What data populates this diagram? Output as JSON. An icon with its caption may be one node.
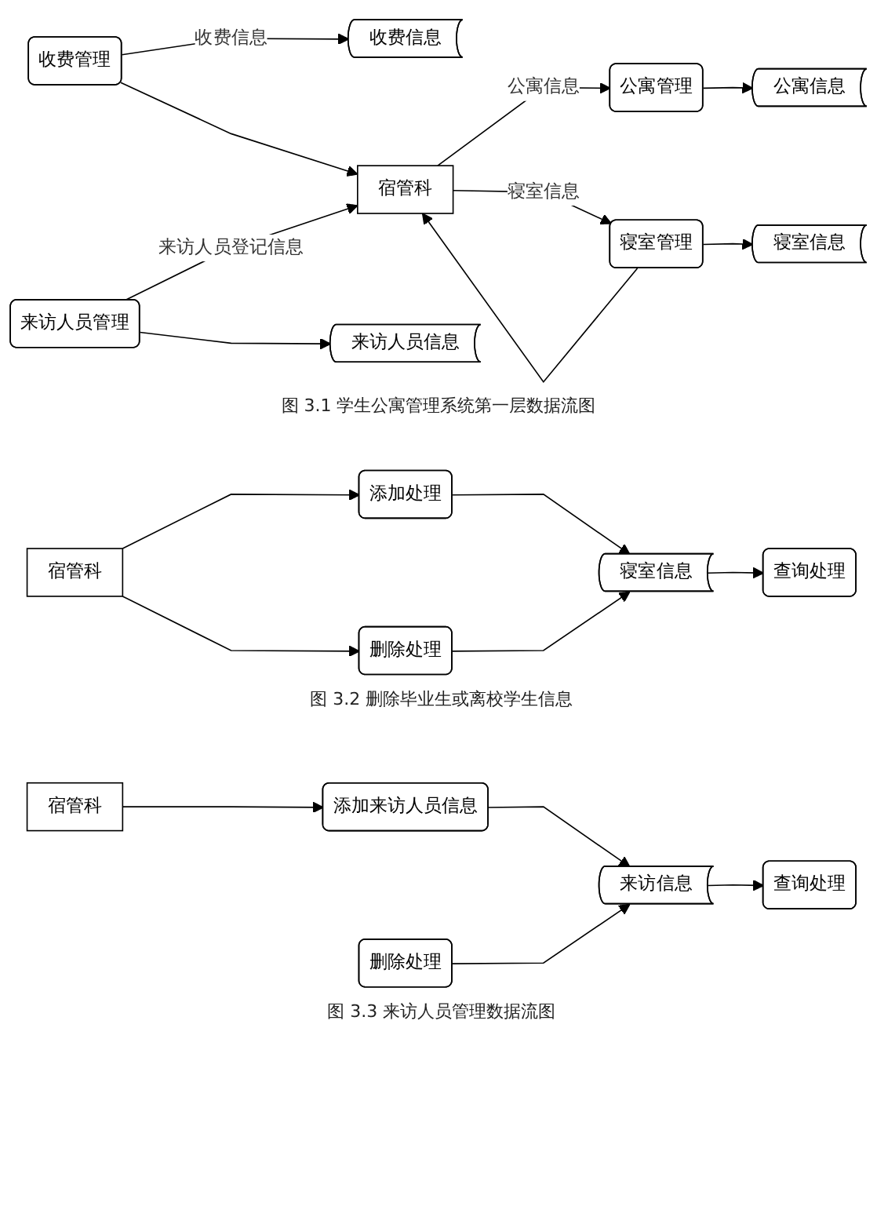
{
  "diagram": {
    "nodes": [
      {
        "text": [
          "收费管理"
        ]
      },
      {
        "text": [
          "收费信息"
        ]
      },
      {
        "text": [
          "宿管科"
        ]
      },
      {
        "text": [
          "公寓管理"
        ]
      },
      {
        "text": [
          "公寓信息"
        ]
      },
      {
        "text": [
          "来访人员管理"
        ]
      },
      {
        "text": [
          "来访人员信息"
        ]
      },
      {
        "text": [
          "寝室管理"
        ]
      },
      {
        "text": [
          "寝室信息"
        ]
      },
      {
        "text": [
          "宿管科"
        ]
      },
      {
        "text": [
          "添加处理"
        ]
      },
      {
        "text": [
          "寝室信息"
        ]
      },
      {
        "text": [
          "删除处理"
        ]
      },
      {
        "text": [
          "查询处理"
        ]
      },
      {
        "text": [
          "来访信息"
        ]
      },
      {
        "text": [
          "宿管科"
        ]
      },
      {
        "text": [
          "添加来访人员信息"
        ]
      },
      {
        "text": [
          "删除处理"
        ]
      },
      {
        "text": [
          "查询处理"
        ]
      }
    ],
    "edges": [
      {
        "from": 0,
        "to": 1,
        "arrow": "to",
        "label": "收费信息"
      },
      {
        "from": 0,
        "to": 2,
        "arrow": "to"
      },
      {
        "from": 2,
        "to": 3,
        "arrow": "to",
        "label": "公寓信息"
      },
      {
        "from": 3,
        "to": 4,
        "arrow": "to"
      },
      {
        "from": 5,
        "to": 2,
        "arrow": "to",
        "label": "来访人员登记信息"
      },
      {
        "from": 2,
        "to": 7,
        "arrow": "to",
        "label": "寝室信息"
      },
      {
        "from": 7,
        "to": 2,
        "arrow": "to"
      },
      {
        "from": 5,
        "to": 6,
        "arrow": "to"
      },
      {
        "from": 7,
        "to": 8,
        "arrow": "to"
      },
      {
        "from": 9,
        "to": 10,
        "arrow": "to"
      },
      {
        "from": 10,
        "to": 11,
        "arrow": "to"
      },
      {
        "from": 11,
        "to": 13,
        "arrow": "to"
      },
      {
        "from": 9,
        "to": 12,
        "arrow": "to"
      },
      {
        "from": 12,
        "to": 11,
        "arrow": "to"
      },
      {
        "from": 15,
        "to": 16,
        "arrow": "to"
      },
      {
        "from": 16,
        "to": 14,
        "arrow": "to"
      },
      {
        "from": 17,
        "to": 14,
        "arrow": "to"
      },
      {
        "from": 14,
        "to": 18,
        "arrow": "to"
      }
    ],
    "labels": [
      "图 3.1 学生公寓管理系统第一层数据流图",
      "图 3.2 删除毕业生或离校学生信息",
      "图 3.3 来访人员管理数据流图"
    ]
  }
}
